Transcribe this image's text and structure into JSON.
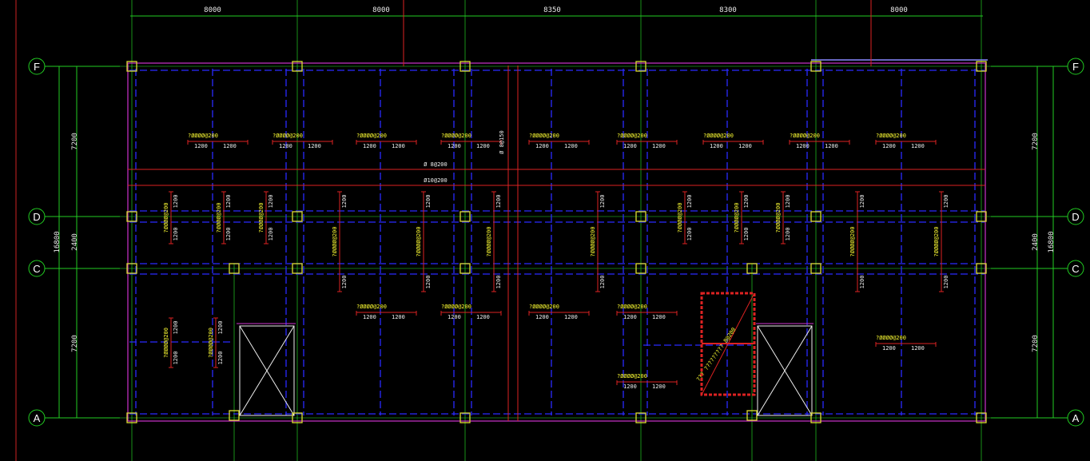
{
  "colors": {
    "background": "#000000",
    "grid": "#22cc22",
    "beam_dashed": "#2a2aff",
    "wall": "#cc33cc",
    "red": "#dd2222",
    "column": "#dddd33",
    "text_yellow": "#ffff33",
    "text_white": "#eeeeee"
  },
  "axes": {
    "rows": [
      "F",
      "D",
      "C",
      "A"
    ]
  },
  "dimensions": {
    "top": [
      "8000",
      "8000",
      "8350",
      "8300",
      "8000"
    ],
    "left": [
      "7200",
      "2400",
      "7200"
    ],
    "left_total": "16800",
    "right": [
      "7200",
      "2400",
      "7200"
    ],
    "right_total": "16800"
  },
  "annotations": {
    "bar_value": "1200",
    "beam_label": "?ØØØØ@200",
    "mid_beam_1": "Ø 8@200",
    "mid_beam_2": "Ø10@200",
    "vertical_beam": "Ø 8@150",
    "stair_note": "??? ????????? 8@200"
  }
}
